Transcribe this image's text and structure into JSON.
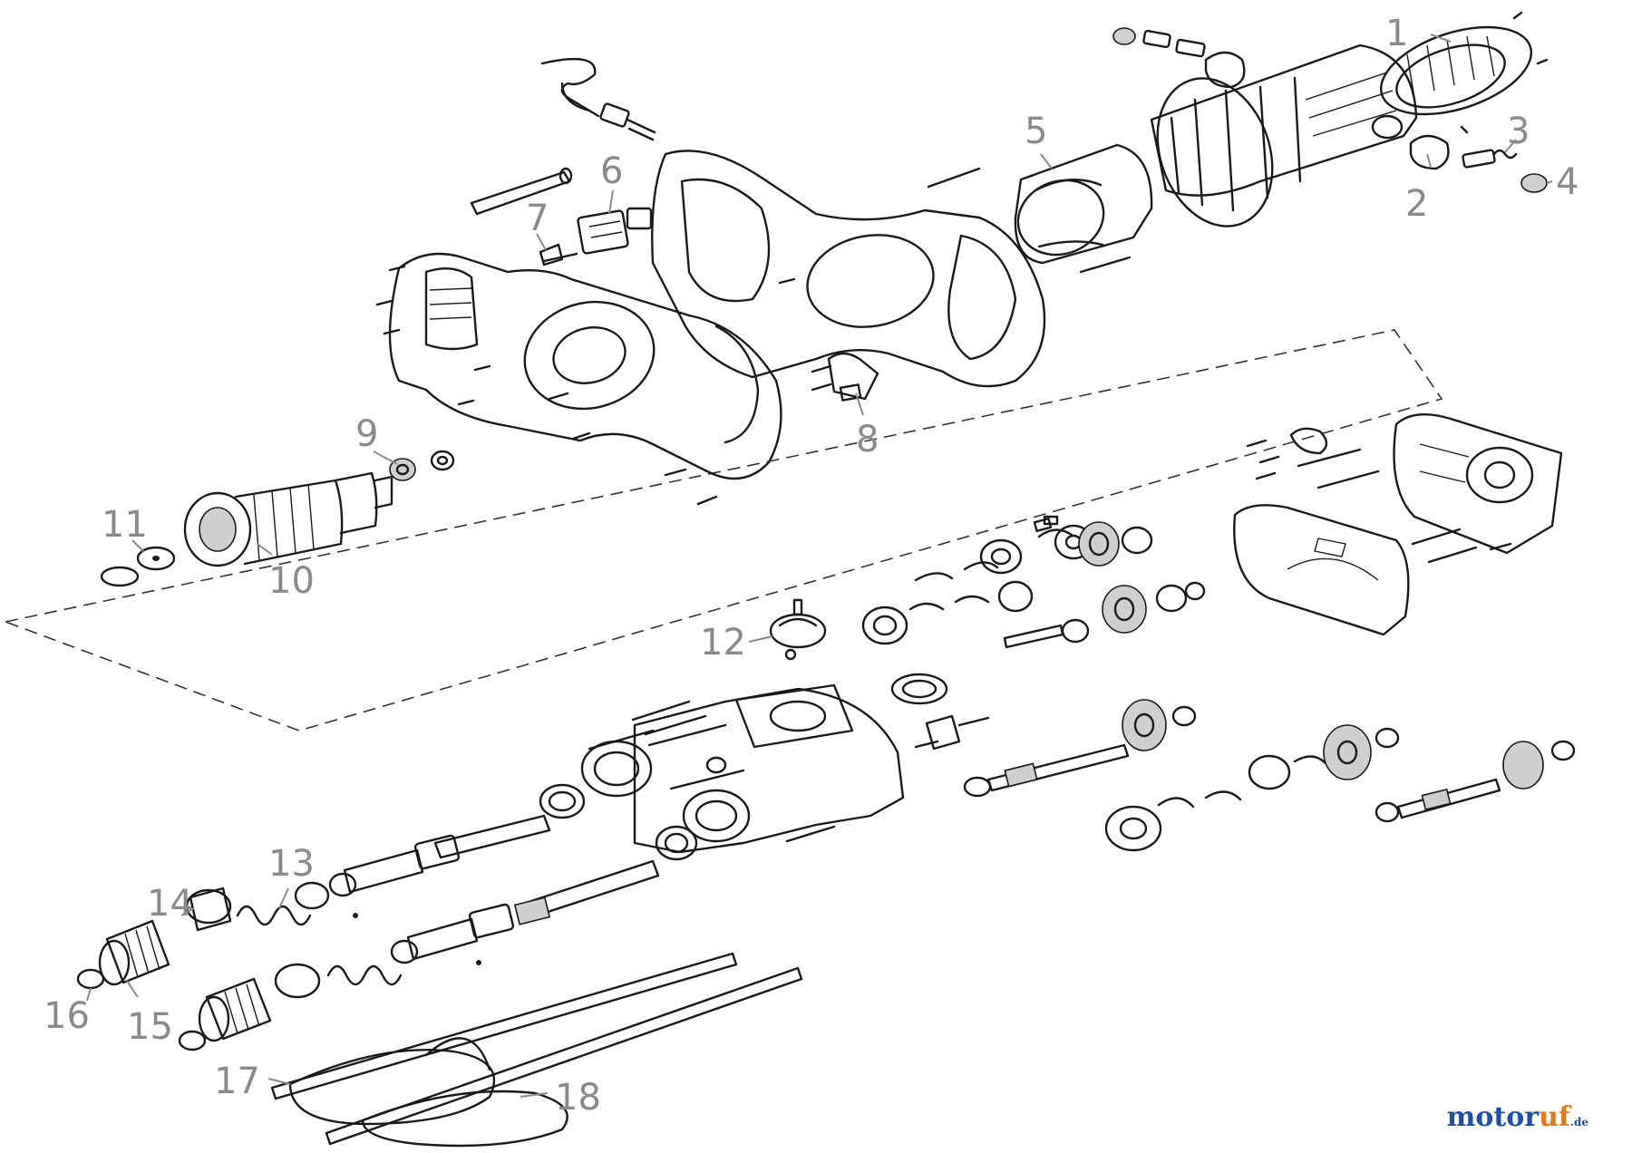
{
  "diagram": {
    "callouts": [
      {
        "id": "1",
        "label": "1"
      },
      {
        "id": "2",
        "label": "2"
      },
      {
        "id": "3",
        "label": "3"
      },
      {
        "id": "4",
        "label": "4"
      },
      {
        "id": "5",
        "label": "5"
      },
      {
        "id": "6",
        "label": "6"
      },
      {
        "id": "7",
        "label": "7"
      },
      {
        "id": "8",
        "label": "8"
      },
      {
        "id": "9",
        "label": "9"
      },
      {
        "id": "10",
        "label": "10"
      },
      {
        "id": "11",
        "label": "11"
      },
      {
        "id": "12",
        "label": "12"
      },
      {
        "id": "13",
        "label": "13"
      },
      {
        "id": "14",
        "label": "14"
      },
      {
        "id": "15",
        "label": "15"
      },
      {
        "id": "16",
        "label": "16"
      },
      {
        "id": "17",
        "label": "17"
      },
      {
        "id": "18",
        "label": "18"
      }
    ]
  },
  "watermark": {
    "part1": "motor",
    "part2": "uf",
    "part3": ".de"
  },
  "colors": {
    "ink": "#1a1a1a",
    "callout": "#8a8a8a",
    "brand_blue": "#1f4fa8",
    "brand_orange": "#e07a1c"
  }
}
